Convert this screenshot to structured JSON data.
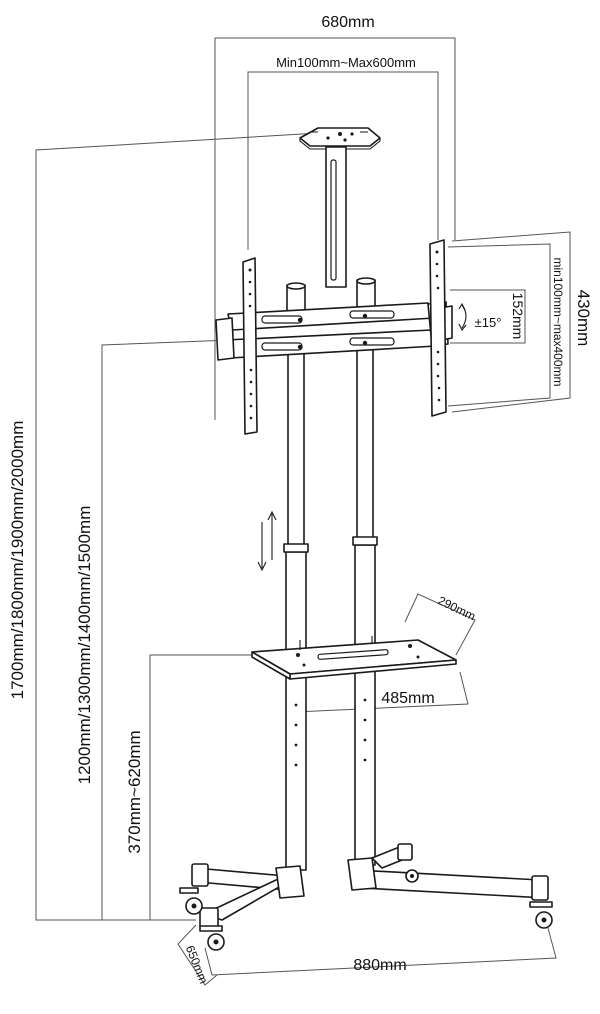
{
  "dimensions": {
    "overall_width": "680mm",
    "vesa_width": "Min100mm~Max600mm",
    "vesa_height": "min100mm~max400mm",
    "mount_height": "430mm",
    "tilt_range": "152mm",
    "tilt_angle": "±15°",
    "total_height": "1700mm/1800mm/1900mm/2000mm",
    "mount_center_height": "1200mm/1300mm/1400mm/1500mm",
    "shelf_height": "370mm~620mm",
    "shelf_depth": "290mm",
    "shelf_width": "485mm",
    "base_width": "880mm",
    "base_depth": "650mm"
  }
}
